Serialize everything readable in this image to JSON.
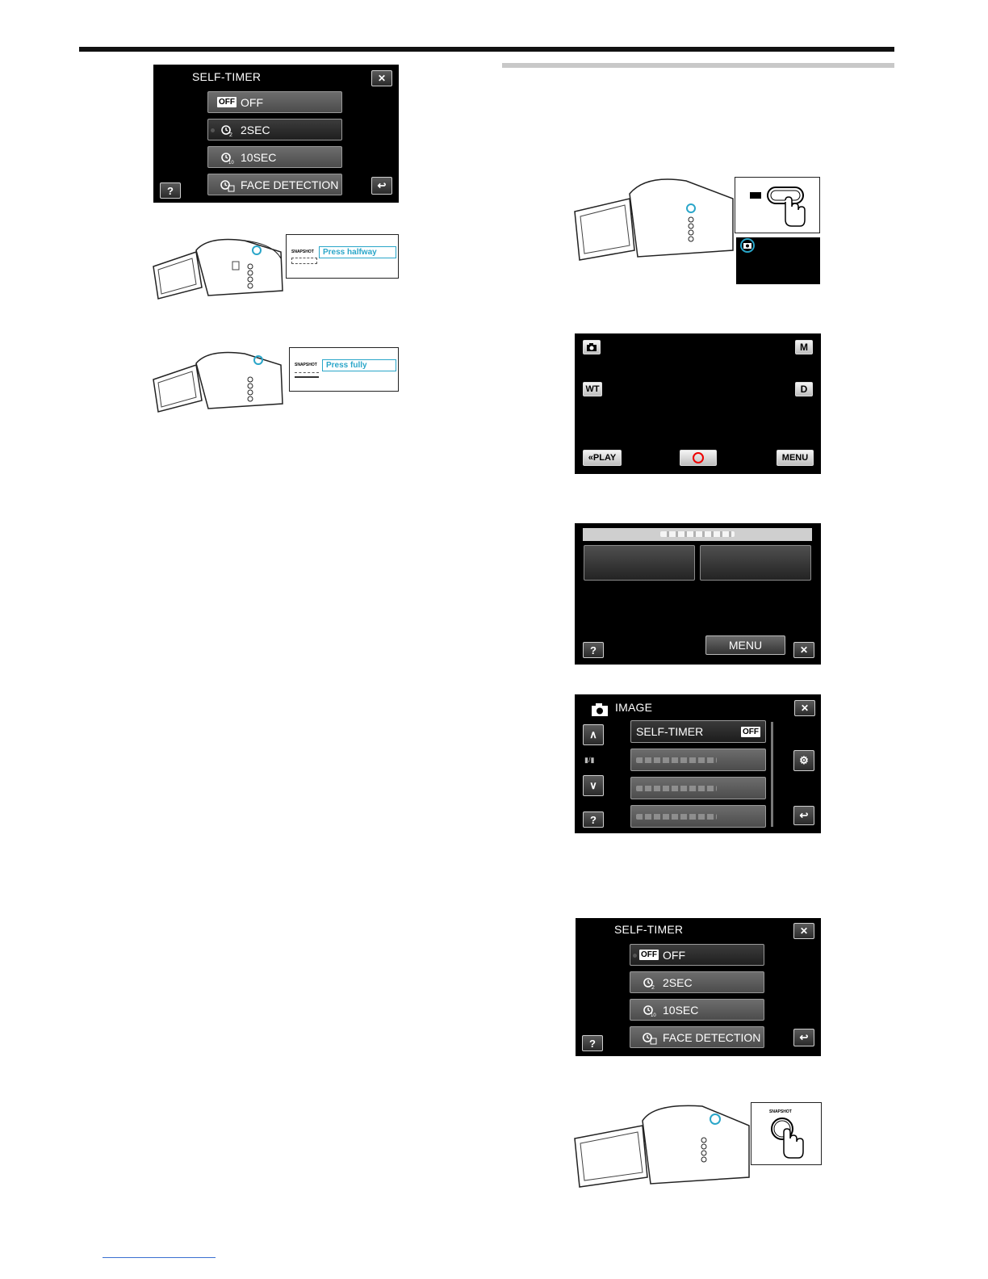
{
  "selftimer_menu": {
    "title": "SELF-TIMER",
    "options": [
      {
        "label": "OFF",
        "icon": "off-badge",
        "badge": "OFF"
      },
      {
        "label": "2SEC",
        "icon": "timer-2-icon"
      },
      {
        "label": "10SEC",
        "icon": "timer-10-icon"
      },
      {
        "label": "FACE DETECTION",
        "icon": "timer-face-icon"
      }
    ],
    "help": "?",
    "close": "✕",
    "back": "↩"
  },
  "snapshot_halfway": {
    "label": "SNAPSHOT",
    "callout": "Press halfway"
  },
  "snapshot_fully": {
    "label": "SNAPSHOT",
    "callout": "Press fully"
  },
  "record_screen": {
    "cam_icon": "camera-icon",
    "m_btn": "M",
    "wt_btn": "WT",
    "d_btn": "D",
    "play_btn": "PLAY",
    "menu_btn": "MENU"
  },
  "menu_screen": {
    "menu_btn": "MENU",
    "help": "?",
    "close": "✕"
  },
  "image_menu": {
    "title": "IMAGE",
    "first_item": "SELF-TIMER",
    "first_badge": "OFF",
    "help": "?",
    "close": "✕",
    "back": "↩"
  },
  "snapshot_press": {
    "label": "SNAPSHOT"
  }
}
